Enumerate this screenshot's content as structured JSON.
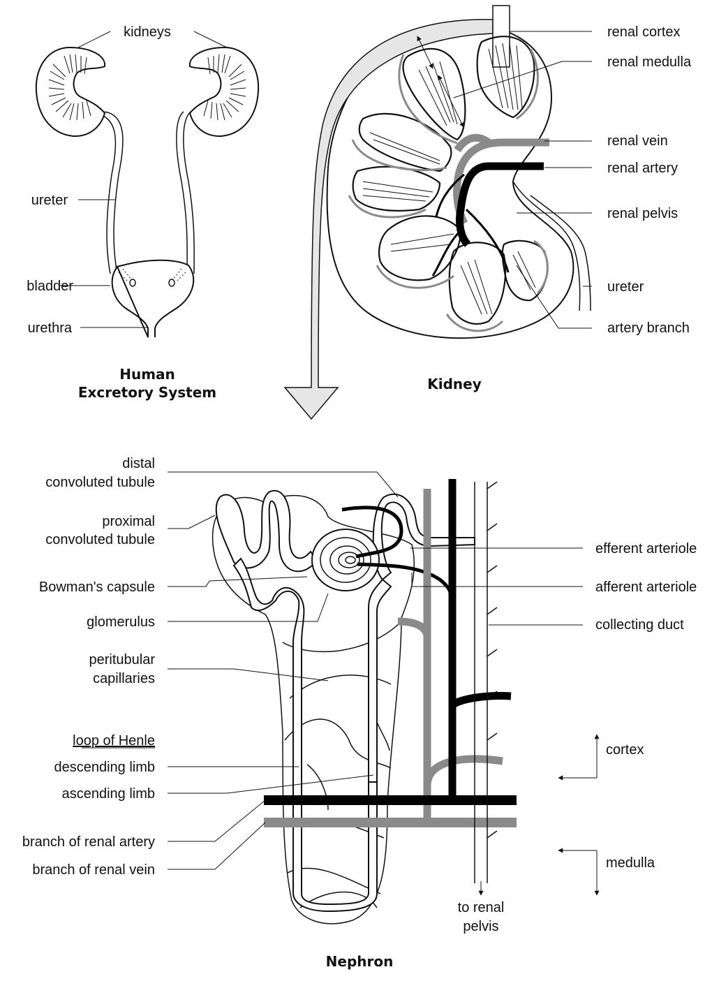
{
  "excretory_system": {
    "title_line1": "Human",
    "title_line2": "Excretory System",
    "labels": {
      "kidneys": "kidneys",
      "ureter": "ureter",
      "bladder": "bladder",
      "urethra": "urethra"
    }
  },
  "kidney": {
    "title": "Kidney",
    "labels": {
      "renal_cortex": "renal cortex",
      "renal_medulla": "renal medulla",
      "renal_vein": "renal vein",
      "renal_artery": "renal artery",
      "renal_pelvis": "renal pelvis",
      "ureter": "ureter",
      "artery_branch": "artery branch"
    }
  },
  "nephron": {
    "title": "Nephron",
    "labels": {
      "distal_1": "distal",
      "distal_2": "convoluted tubule",
      "proximal_1": "proximal",
      "proximal_2": "convoluted tubule",
      "bowmans_capsule": "Bowman's capsule",
      "glomerulus": "glomerulus",
      "peritubular_1": "peritubular",
      "peritubular_2": "capillaries",
      "loop_of_henle": "loop of Henle",
      "descending_limb": "descending limb",
      "ascending_limb": "ascending limb",
      "branch_renal_artery": "branch of renal artery",
      "branch_renal_vein": "branch of renal vein",
      "efferent_arteriole": "efferent arteriole",
      "afferent_arteriole": "afferent arteriole",
      "collecting_duct": "collecting duct",
      "cortex": "cortex",
      "medulla": "medulla",
      "to_renal_1": "to renal",
      "to_renal_2": "pelvis"
    }
  },
  "colors": {
    "line": "#111111",
    "artery": "#000000",
    "vein": "#8a8a8a",
    "arrow_fill": "#e6e6e6"
  }
}
